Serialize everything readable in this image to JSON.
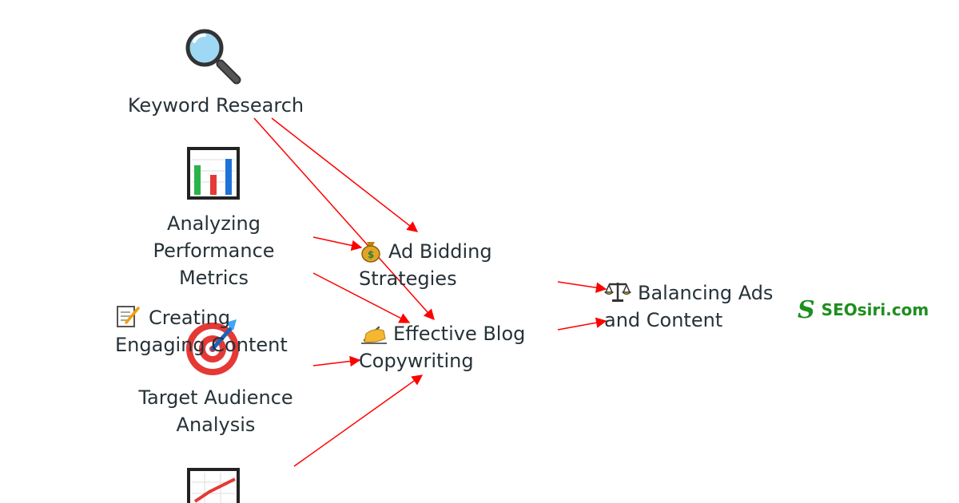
{
  "nodes": {
    "keyword_research": "Keyword Research",
    "analyzing_1": "Analyzing",
    "analyzing_2": "Performance",
    "analyzing_3": "Metrics",
    "creating_1": "Creating",
    "creating_2": "Engaging Content",
    "target_1": "Target Audience",
    "target_2": "Analysis",
    "ad_bidding_1": "Ad Bidding",
    "ad_bidding_2": "Strategies",
    "blog_1": "Effective Blog",
    "blog_2": "Copywriting",
    "balancing_1": "Balancing Ads",
    "balancing_2": "and Content"
  },
  "icons": {
    "keyword_research": "magnifying-glass-icon",
    "analyzing": "bar-chart-icon",
    "creating": "memo-icon",
    "target": "direct-hit-icon",
    "ad_bidding": "money-bag-icon",
    "blog": "writing-hand-icon",
    "balancing": "balance-scale-icon",
    "bottom": "trend-chart-icon"
  },
  "brand": {
    "mark": "S",
    "name": "SEOsiri.com",
    "color": "#1e8e1e"
  },
  "colors": {
    "arrow": "#ff0000",
    "text": "#263238"
  }
}
